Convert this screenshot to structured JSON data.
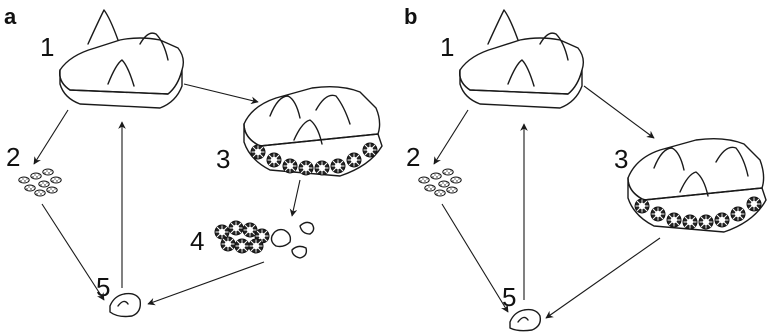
{
  "panels": [
    {
      "letter": "a",
      "stage_labels": [
        "1",
        "2",
        "3",
        "4",
        "5"
      ]
    },
    {
      "letter": "b",
      "stage_labels": [
        "1",
        "2",
        "3",
        "5"
      ]
    }
  ],
  "colors": {
    "ink": "#1a1a1a",
    "background": "#ffffff"
  }
}
